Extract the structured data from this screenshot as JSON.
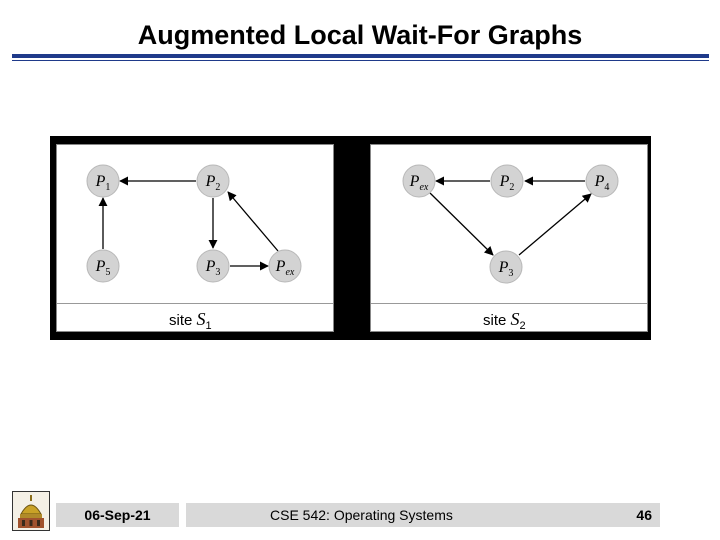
{
  "slide": {
    "title": "Augmented Local Wait-For Graphs"
  },
  "diagram": {
    "sites": [
      {
        "label_prefix": "site ",
        "label_var": "S",
        "label_sub": "1",
        "nodes": [
          {
            "id": "P1",
            "base": "P",
            "sub": "1"
          },
          {
            "id": "P2",
            "base": "P",
            "sub": "2"
          },
          {
            "id": "P5",
            "base": "P",
            "sub": "5"
          },
          {
            "id": "P3",
            "base": "P",
            "sub": "3"
          },
          {
            "id": "Pex",
            "base": "P",
            "sub": "ex"
          }
        ],
        "edges": [
          {
            "from": "P2",
            "to": "P1"
          },
          {
            "from": "P5",
            "to": "P1"
          },
          {
            "from": "P2",
            "to": "P3"
          },
          {
            "from": "P3",
            "to": "Pex"
          },
          {
            "from": "Pex",
            "to": "P2"
          }
        ]
      },
      {
        "label_prefix": "site ",
        "label_var": "S",
        "label_sub": "2",
        "nodes": [
          {
            "id": "Pex",
            "base": "P",
            "sub": "ex"
          },
          {
            "id": "P2",
            "base": "P",
            "sub": "2"
          },
          {
            "id": "P4",
            "base": "P",
            "sub": "4"
          },
          {
            "id": "P3",
            "base": "P",
            "sub": "3"
          }
        ],
        "edges": [
          {
            "from": "P2",
            "to": "Pex"
          },
          {
            "from": "P4",
            "to": "P2"
          },
          {
            "from": "Pex",
            "to": "P3"
          },
          {
            "from": "P3",
            "to": "P4"
          }
        ]
      }
    ],
    "node_fill": "#d3d3d3"
  },
  "footer": {
    "date": "06-Sep-21",
    "course": "CSE 542: Operating Systems",
    "page_number": "46",
    "logo_icon": "university-dome-logo-icon"
  },
  "colors": {
    "title_rule": "#1f3a8a",
    "footer_box": "#d9d9d9"
  }
}
